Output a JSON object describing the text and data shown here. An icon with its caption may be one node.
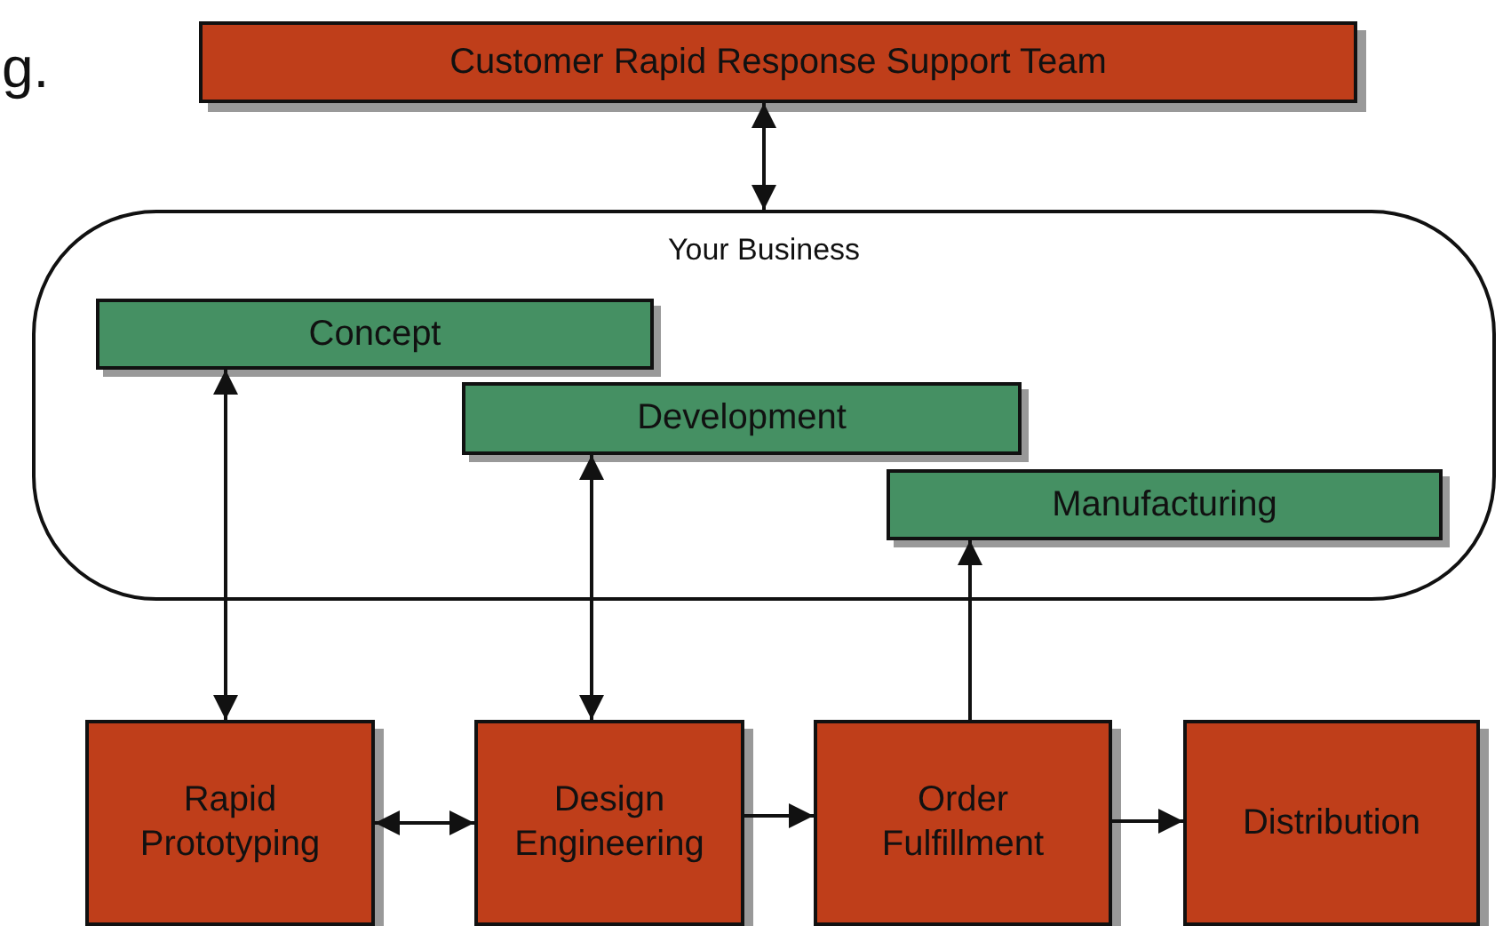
{
  "diagram": {
    "nodes": [
      {
        "text": [
          "Customer Rapid Response Support Team"
        ]
      },
      {
        "text": [
          "Your Business"
        ]
      },
      {
        "text": [
          "Concept"
        ],
        "in": 1
      },
      {
        "text": [
          "Development"
        ],
        "in": 1
      },
      {
        "text": [
          "Manufacturing"
        ],
        "in": 1
      },
      {
        "text": [
          "Rapid Prototyping"
        ]
      },
      {
        "text": [
          "Design Engineering"
        ]
      },
      {
        "text": [
          "Order Fulfillment"
        ]
      },
      {
        "text": [
          "Distribution"
        ]
      }
    ],
    "edges": [
      {
        "from": 0,
        "to": 1,
        "arrow": "both"
      },
      {
        "from": 2,
        "to": 5,
        "arrow": "both"
      },
      {
        "from": 3,
        "to": 6,
        "arrow": "both"
      },
      {
        "from": 7,
        "to": 4,
        "arrow": "to"
      },
      {
        "from": 5,
        "to": 6,
        "arrow": "both"
      },
      {
        "from": 6,
        "to": 7,
        "arrow": "to"
      },
      {
        "from": 7,
        "to": 8,
        "arrow": "to"
      }
    ],
    "labels": [
      "g."
    ]
  }
}
